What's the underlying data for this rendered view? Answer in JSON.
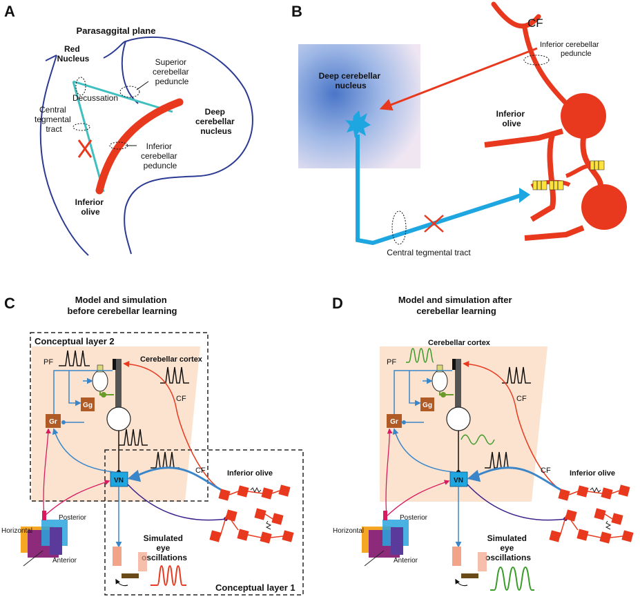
{
  "panel_a": {
    "letter": "A",
    "title": "Parasaggital plane",
    "red_nucleus": [
      "Red",
      "Nucleus"
    ],
    "decussation": "Decussation",
    "superior_peduncle": [
      "Superior",
      "cerebellar",
      "peduncle"
    ],
    "central_tegmental": [
      "Central",
      "tegmental",
      "tract"
    ],
    "deep_nucleus": [
      "Deep",
      "cerebellar",
      "nucleus"
    ],
    "inferior_peduncle": [
      "Inferior",
      "cerebellar",
      "peduncle"
    ],
    "inferior_olive": [
      "Inferior",
      "olive"
    ]
  },
  "panel_b": {
    "letter": "B",
    "cf": "CF",
    "inferior_peduncle": [
      "Inferior cerebellar",
      "peduncle"
    ],
    "deep_nucleus": [
      "Deep cerebellar",
      "nucleus"
    ],
    "inferior_olive": [
      "Inferior",
      "olive"
    ],
    "central_tegmental": "Central tegmental tract"
  },
  "panel_c": {
    "letter": "C",
    "title": [
      "Model and simulation",
      "before cerebellar learning"
    ],
    "layer2": "Conceptual layer 2",
    "layer1": "Conceptual layer 1",
    "pf": "PF",
    "cortex": "Cerebellar cortex",
    "gg": "Gg",
    "gr": "Gr",
    "vn": "VN",
    "cf": "CF",
    "cf2": "CF",
    "olive": "Inferior olive",
    "posterior": "Posterior",
    "horizontal": "Horizontal",
    "anterior": "Anterior",
    "simulated": [
      "Simulated",
      "eye",
      "oscillations"
    ]
  },
  "panel_d": {
    "letter": "D",
    "title": [
      "Model and simulation after",
      "cerebellar learning"
    ],
    "pf": "PF",
    "cortex": "Cerebellar cortex",
    "gg": "Gg",
    "gr": "Gr",
    "vn": "VN",
    "cf": "CF",
    "cf2": "CF",
    "olive": "Inferior olive",
    "posterior": "Posterior",
    "horizontal": "Horizontal",
    "anterior": "Anterior",
    "simulated": [
      "Simulated",
      "eye",
      "oscillations"
    ]
  },
  "colors": {
    "outline": "#2b3a93",
    "teal": "#3fbfbf",
    "red": "#e8391e",
    "blue_neuron": "#1ea6e0",
    "cortex_fill": "#fce3d0",
    "green": "#3a9a2a",
    "purple": "#3a1f8a",
    "magenta": "#d81b60",
    "arrow_blue": "#3a86c8"
  }
}
